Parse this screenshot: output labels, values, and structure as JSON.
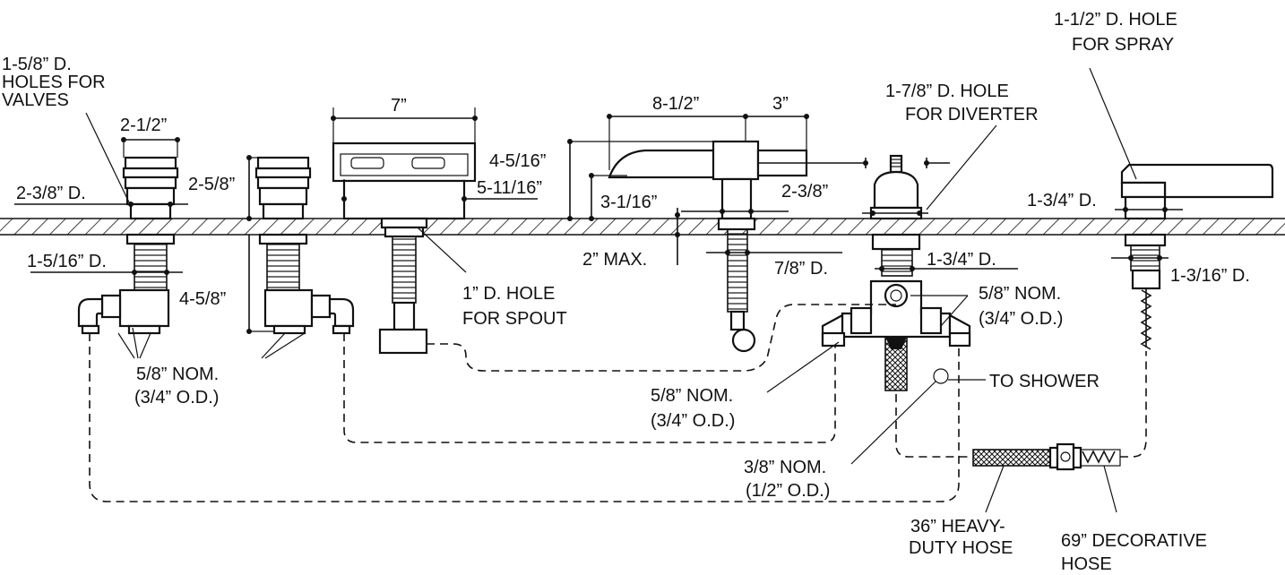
{
  "labels": {
    "valve_holes_1": "1-5/8” D.",
    "valve_holes_2": "HOLES FOR",
    "valve_holes_3": "VALVES",
    "dim_2_1_2": "2-1/2”",
    "dim_2_3_8_d": "2-3/8” D.",
    "dim_2_5_8": "2-5/8”",
    "dim_1_5_16_d": "1-5/16” D.",
    "dim_4_5_8": "4-5/8”",
    "dim_7": "7”",
    "dim_5_11_16": "5-11/16”",
    "spout_hole_1": "1” D. HOLE",
    "spout_hole_2": "FOR SPOUT",
    "dim_8_1_2": "8-1/2”",
    "dim_3": "3”",
    "dim_4_5_16": "4-5/16”",
    "dim_3_1_16": "3-1/16”",
    "dim_2_3_8": "2-3/8”",
    "dim_2_max": "2” MAX.",
    "dim_7_8_d": "7/8” D.",
    "diverter_hole_1": "1-7/8” D. HOLE",
    "diverter_hole_2": "FOR DIVERTER",
    "dim_1_3_4_d_div": "1-3/4” D.",
    "spray_hole_1": "1-1/2” D. HOLE",
    "spray_hole_2": "FOR SPRAY",
    "dim_1_3_4_d_spray": "1-3/4” D.",
    "dim_1_3_16_d": "1-3/16” D.",
    "nom_left_1": "5/8” NOM.",
    "nom_left_2": "(3/4” O.D.)",
    "nom_right_1": "5/8” NOM.",
    "nom_right_2": "(3/4” O.D.)",
    "nom_mid_1": "5/8” NOM.",
    "nom_mid_2": "(3/4” O.D.)",
    "to_shower": "TO SHOWER",
    "nom_38_1": "3/8” NOM.",
    "nom_38_2": "(1/2” O.D.)",
    "hose36_1": "36” HEAVY-",
    "hose36_2": "DUTY HOSE",
    "hose69_1": "69” DECORATIVE",
    "hose69_2": "HOSE"
  }
}
